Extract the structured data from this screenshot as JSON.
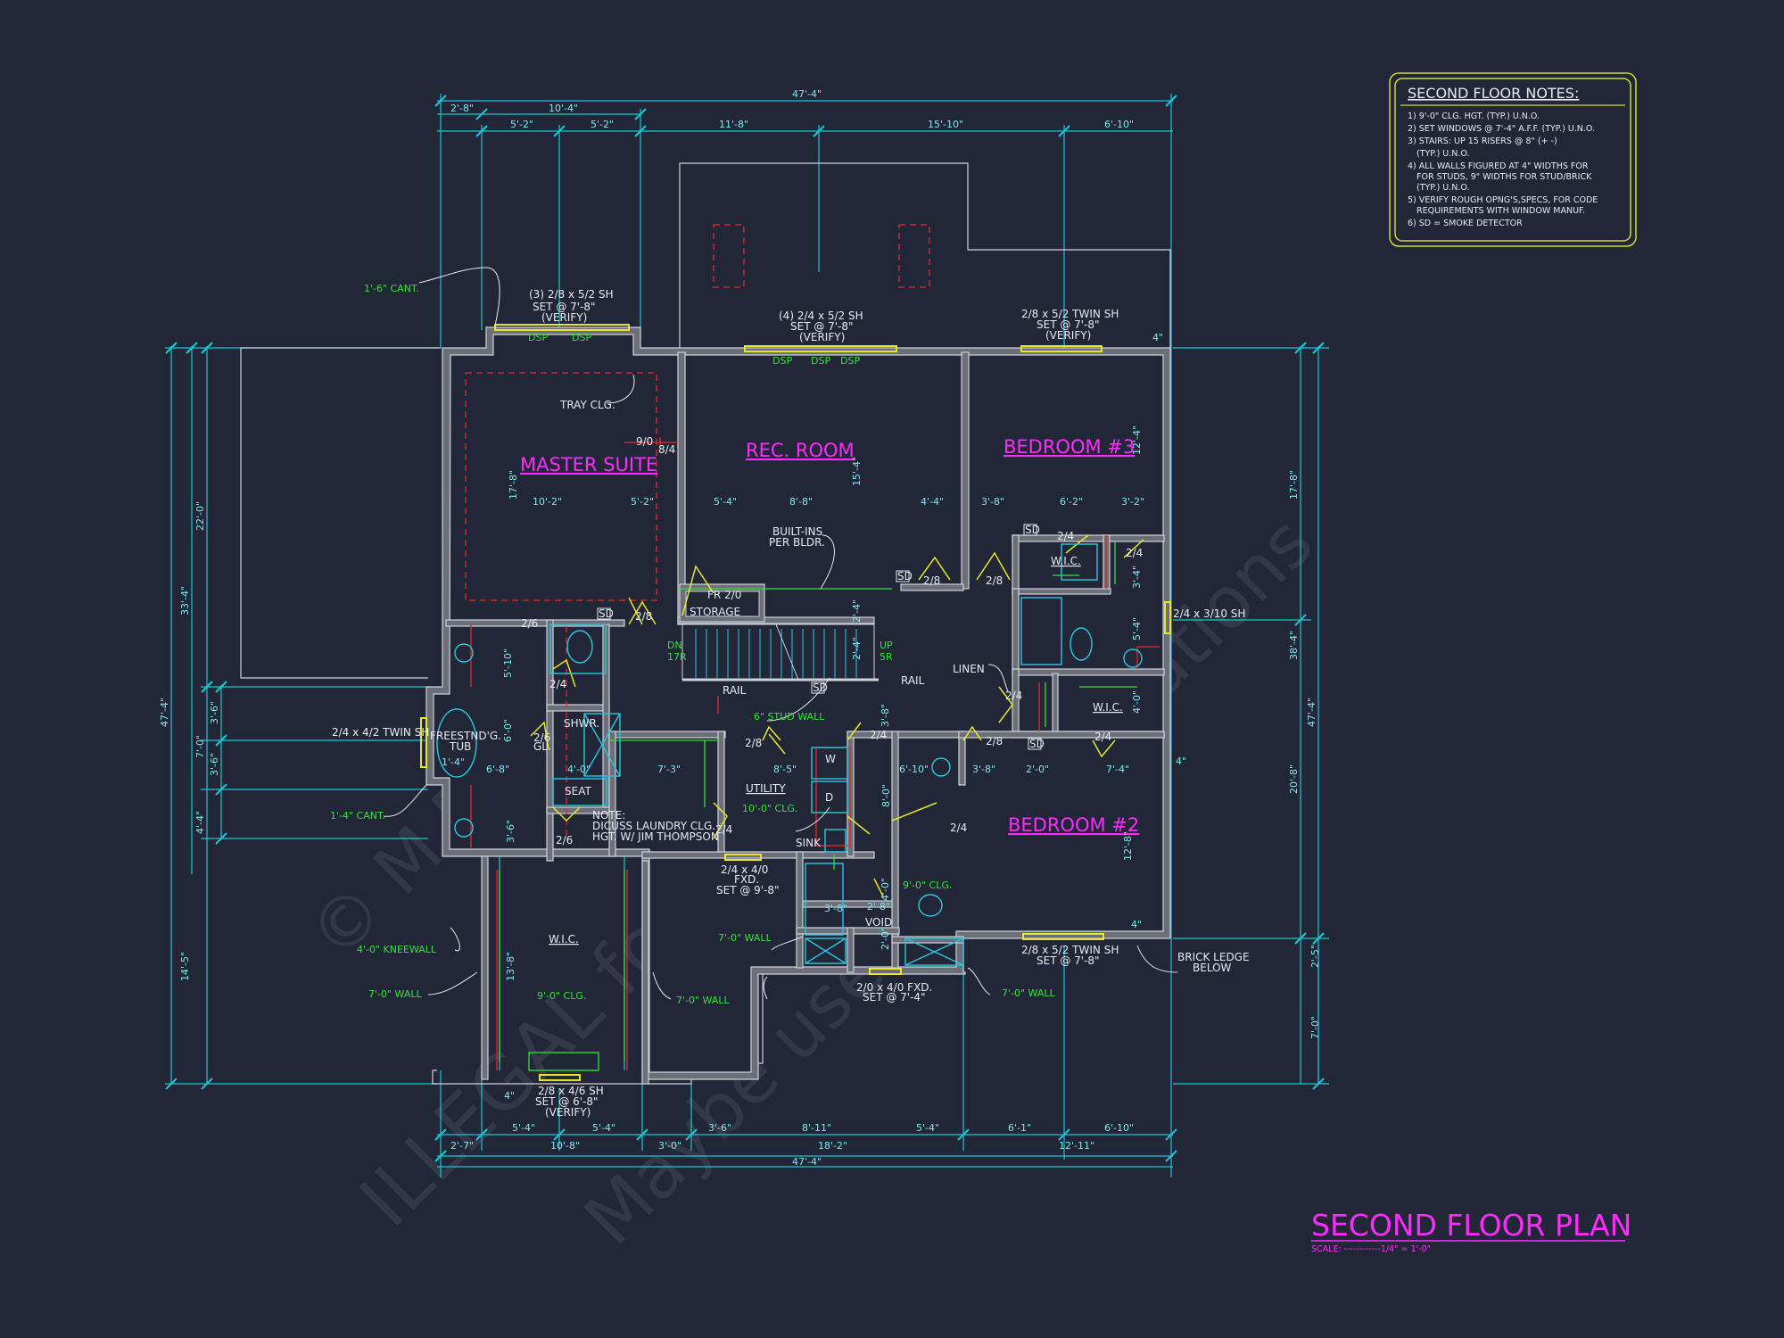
{
  "colors": {
    "background": "#222738",
    "dimension": "#19c6d6",
    "room_label": "#ff2bff",
    "note_green": "#34e23a",
    "notes_border": "#d8d82a",
    "walls": "#cfd2da",
    "doors": "#e7e62a",
    "red_lines": "#e8262c"
  },
  "title_block": {
    "title": "SECOND FLOOR PLAN",
    "scale": "SCALE: ------------1/4\" = 1'-0\""
  },
  "notes": {
    "heading": "SECOND FLOOR NOTES:",
    "items": [
      "1) 9'-0\" CLG. HGT. (TYP.) U.N.O.",
      "2) SET WINDOWS @ 7'-4\" A.F.F. (TYP.) U.N.O.",
      "3) STAIRS: UP 15 RISERS @ 8\" (+ -)",
      "(TYP.) U.N.O.",
      "4) ALL WALLS FIGURED AT 4\" WIDTHS FOR",
      "FOR STUDS, 9\" WIDTHS FOR STUD/BRICK",
      "(TYP.) U.N.O.",
      "5) VERIFY ROUGH OPNG'S,SPECS, FOR CODE",
      "REQUIREMENTS WITH WINDOW MANUF.",
      "6) SD = SMOKE DETECTOR"
    ]
  },
  "watermark": {
    "line1": "© M Fretus Plans.com",
    "line2": "ILLEGAL for Construction",
    "line3": "Maybe used for Estimations"
  },
  "rooms": {
    "master_suite": "MASTER SUITE",
    "rec_room": "REC. ROOM",
    "bedroom3": "BEDROOM #3",
    "bedroom2": "BEDROOM #2"
  },
  "labels": {
    "tray_clg": "TRAY CLG.",
    "built_ins_1": "BUILT-INS",
    "built_ins_2": "PER BLDR.",
    "storage": "STORAGE",
    "fr": "FR 2/0",
    "wic": "W.I.C.",
    "linen": "LINEN",
    "utility": "UTILITY",
    "rail": "RAIL",
    "freestnd_1": "FREESTND'G.",
    "freestnd_2": "TUB",
    "shwr": "SHWR.",
    "seat": "SEAT",
    "sink": "SINK",
    "void": "VOID",
    "note_1": "NOTE:",
    "note_2": "DICUSS LAUNDRY CLG.",
    "note_3": "HGT. W/ JIM THOMPSON",
    "brick_1": "BRICK LEDGE",
    "brick_2": "BELOW",
    "sd": "SD",
    "dsp": "DSP",
    "dn": "DN",
    "dn_r": "17R",
    "up": "UP",
    "up_r": "5R",
    "w": "W",
    "d": "D",
    "gl": "GL."
  },
  "green_notes": {
    "cant_top": "1'-6\" CANT.",
    "cant_side": "1'-4\" CANT.",
    "stud_wall": "6\" STUD WALL",
    "clg_10": "10'-0\" CLG.",
    "clg_9": "9'-0\" CLG.",
    "clg_9b": "9'-0\" CLG.",
    "kneewall": "4'-0\" KNEEWALL",
    "wall_1": "7'-0\" WALL",
    "wall_2": "7'-0\" WALL",
    "wall_3": "7'-0\" WALL",
    "wall_4": "7'-0\" WALL"
  },
  "windows": {
    "w1_a": "(3) 2/8 x 5/2 SH",
    "w1_b": "SET @ 7'-8\"",
    "w1_c": "(VERIFY)",
    "w2_a": "(4) 2/4 x 5/2 SH",
    "w2_b": "SET @ 7'-8\"",
    "w2_c": "(VERIFY)",
    "w3_a": "2/8 x 5/2 TWIN SH",
    "w3_b": "SET @ 7'-8\"",
    "w3_c": "(VERIFY)",
    "w4": "2/4 x 3/10 SH",
    "w5": "2/4 x 4/2 TWIN SH",
    "w6_a": "2/4 x 4/0",
    "w6_b": "FXD.",
    "w6_c": "SET @ 9'-8\"",
    "w7_a": "2/0 x 4/0 FXD.",
    "w7_b": "SET @ 7'-4\"",
    "w8_a": "2/8 x 5/2 TWIN SH",
    "w8_b": "SET @ 7'-8\"",
    "w9_a": "2/8 x 4/6 SH",
    "w9_b": "SET @ 6'-8\"",
    "w9_c": "(VERIFY)"
  },
  "doors": {
    "d1": "9/0",
    "d2": "8/4",
    "d3": "2/6",
    "d4": "2/8",
    "d5": "2/4",
    "d6": "2/6",
    "d7": "2/6",
    "d8": "2/8",
    "d9": "2/4",
    "d10": "2/8",
    "d11": "2/8",
    "d12": "2/4",
    "d13": "2/4",
    "d14": "2/4",
    "d15": "2/8",
    "d16": "2/4",
    "d17": "2/4",
    "d18": "2/4"
  },
  "dims": {
    "overall_top": "47'-4\"",
    "top2_a": "2'-8\"",
    "top2_b": "10'-4\"",
    "top3_a": "5'-2\"",
    "top3_b": "5'-2\"",
    "top3_c": "11'-8\"",
    "top3_d": "15'-10\"",
    "top3_e": "6'-10\"",
    "overall_bot": "47'-4\"",
    "bot2_a": "2'-7\"",
    "bot2_b": "10'-8\"",
    "bot2_c": "3'-0\"",
    "bot2_d": "18'-2\"",
    "bot2_e": "12'-11\"",
    "bot3_a": "5'-4\"",
    "bot3_b": "5'-4\"",
    "bot3_c": "3'-6\"",
    "bot3_d": "8'-11\"",
    "bot3_e": "5'-4\"",
    "bot3_f": "6'-1\"",
    "bot3_g": "6'-10\"",
    "left_overall": "47'-4\"",
    "left_a": "33'-4\"",
    "left_b": "22'-0\"",
    "left_c": "7'-0\"",
    "left_d": "3'-6\"",
    "left_e": "3'-6\"",
    "left_f": "4'-4\"",
    "left_g": "14'-5\"",
    "right_overall": "47'-4\"",
    "right_a": "38'-4\"",
    "right_b": "17'-8\"",
    "right_c": "20'-8\"",
    "right_d": "2'-5\"",
    "right_e": "7'-0\"",
    "in_1": "10'-2\"",
    "in_2": "5'-2\"",
    "in_3": "5'-4\"",
    "in_4": "8'-8\"",
    "in_5": "4'-4\"",
    "in_6": "3'-8\"",
    "in_7": "6'-2\"",
    "in_8": "3'-2\"",
    "in_9": "17'-8\"",
    "in_10": "15'-4\"",
    "in_11": "12'-4\"",
    "in_12": "5'-10\"",
    "in_13": "6'-0\"",
    "in_14": "6'-8\"",
    "in_15": "4'-0\"",
    "in_16": "7'-3\"",
    "in_17": "8'-5\"",
    "in_18": "6'-10\"",
    "in_19": "3'-8\"",
    "in_20": "2'-0\"",
    "in_21": "7'-4\"",
    "in_22": "12'-8\"",
    "in_23": "8'-0\"",
    "in_24": "3'-6\"",
    "in_25": "13'-8\"",
    "in_26": "1'-4\"",
    "in_27": "3'-4\"",
    "in_28": "5'-4\"",
    "in_29": "4'-0\"",
    "in_30": "3'-8\"",
    "in_31": "2'-4\"",
    "in_32": "2'-0\"",
    "in_33": "4'-0\"",
    "in_34": "2'-8\"",
    "in_35": "3'-8\"",
    "in_36": "4\"",
    "in_37": "4\"",
    "in_38": "4\"",
    "in_39": "4\"",
    "in_40": "2'-4\""
  }
}
